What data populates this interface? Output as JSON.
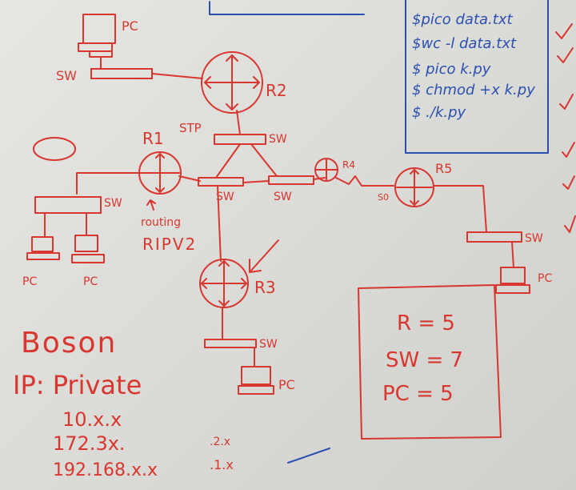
{
  "board": {
    "commands": [
      "$pico data.txt",
      "$wc -l data.txt",
      "$ pico k.py",
      "$ chmod +x k.py",
      "$ ./k.py"
    ],
    "labels": {
      "r1": "R1",
      "r2": "R2",
      "r3": "R3",
      "r4": "R4",
      "r5": "R5",
      "sw": "SW",
      "pc": "PC",
      "stp": "STP",
      "s0": "S0",
      "routing_1": "routing",
      "routing_2": "RIPV2"
    },
    "notes": {
      "title": "Boson",
      "ip_heading": "IP: Private",
      "ip_1": "10.x.x",
      "ip_2": "172.3x.",
      "ip_2_suffix": ".2.x",
      "ip_3": "192.168.x.x",
      "ip_3_suffix": ".1.x"
    },
    "summary": {
      "r": "R = 5",
      "sw": "SW = 7",
      "pc": "PC = 5"
    }
  }
}
